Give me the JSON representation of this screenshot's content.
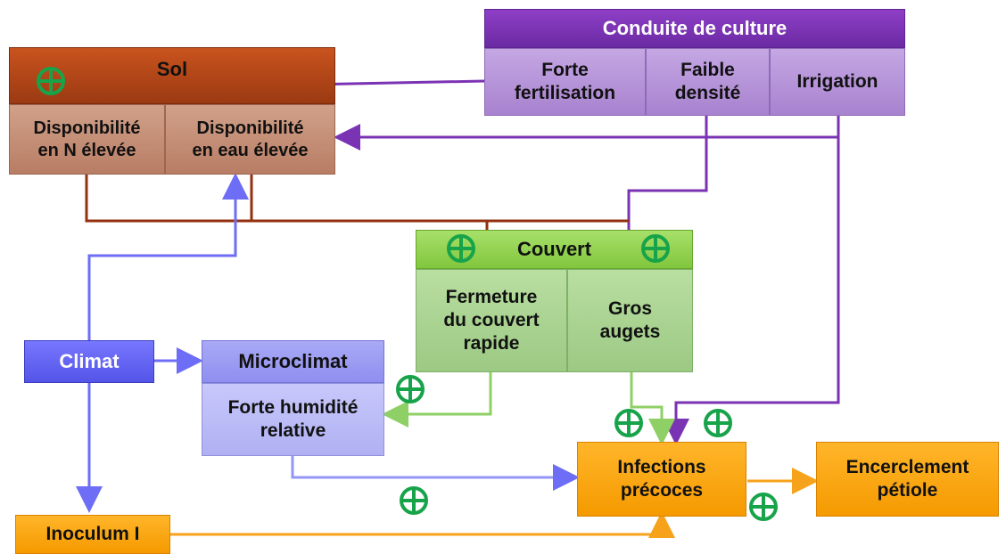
{
  "conduite": {
    "title": "Conduite de culture",
    "items": [
      "Forte\nfertilisation",
      "Faible\ndensité",
      "Irrigation"
    ]
  },
  "sol": {
    "title": "Sol",
    "items": [
      "Disponibilité\nen N élevée",
      "Disponibilité\nen eau élevée"
    ]
  },
  "couvert": {
    "title": "Couvert",
    "items": [
      "Fermeture\ndu couvert\nrapide",
      "Gros\naugets"
    ]
  },
  "climat": "Climat",
  "microclimat": {
    "title": "Microclimat",
    "item": "Forte humidité\nrelative"
  },
  "infections": "Infections\nprécoces",
  "encerclement": "Encerclement\npétiole",
  "inoculum": "Inoculum I",
  "colors": {
    "conduite": "#7a33b3",
    "sol": "#9b3a12",
    "couvert": "#86c94a",
    "climat": "#6d6df5",
    "orange": "#f7a21b",
    "plus": "#17a34a"
  }
}
